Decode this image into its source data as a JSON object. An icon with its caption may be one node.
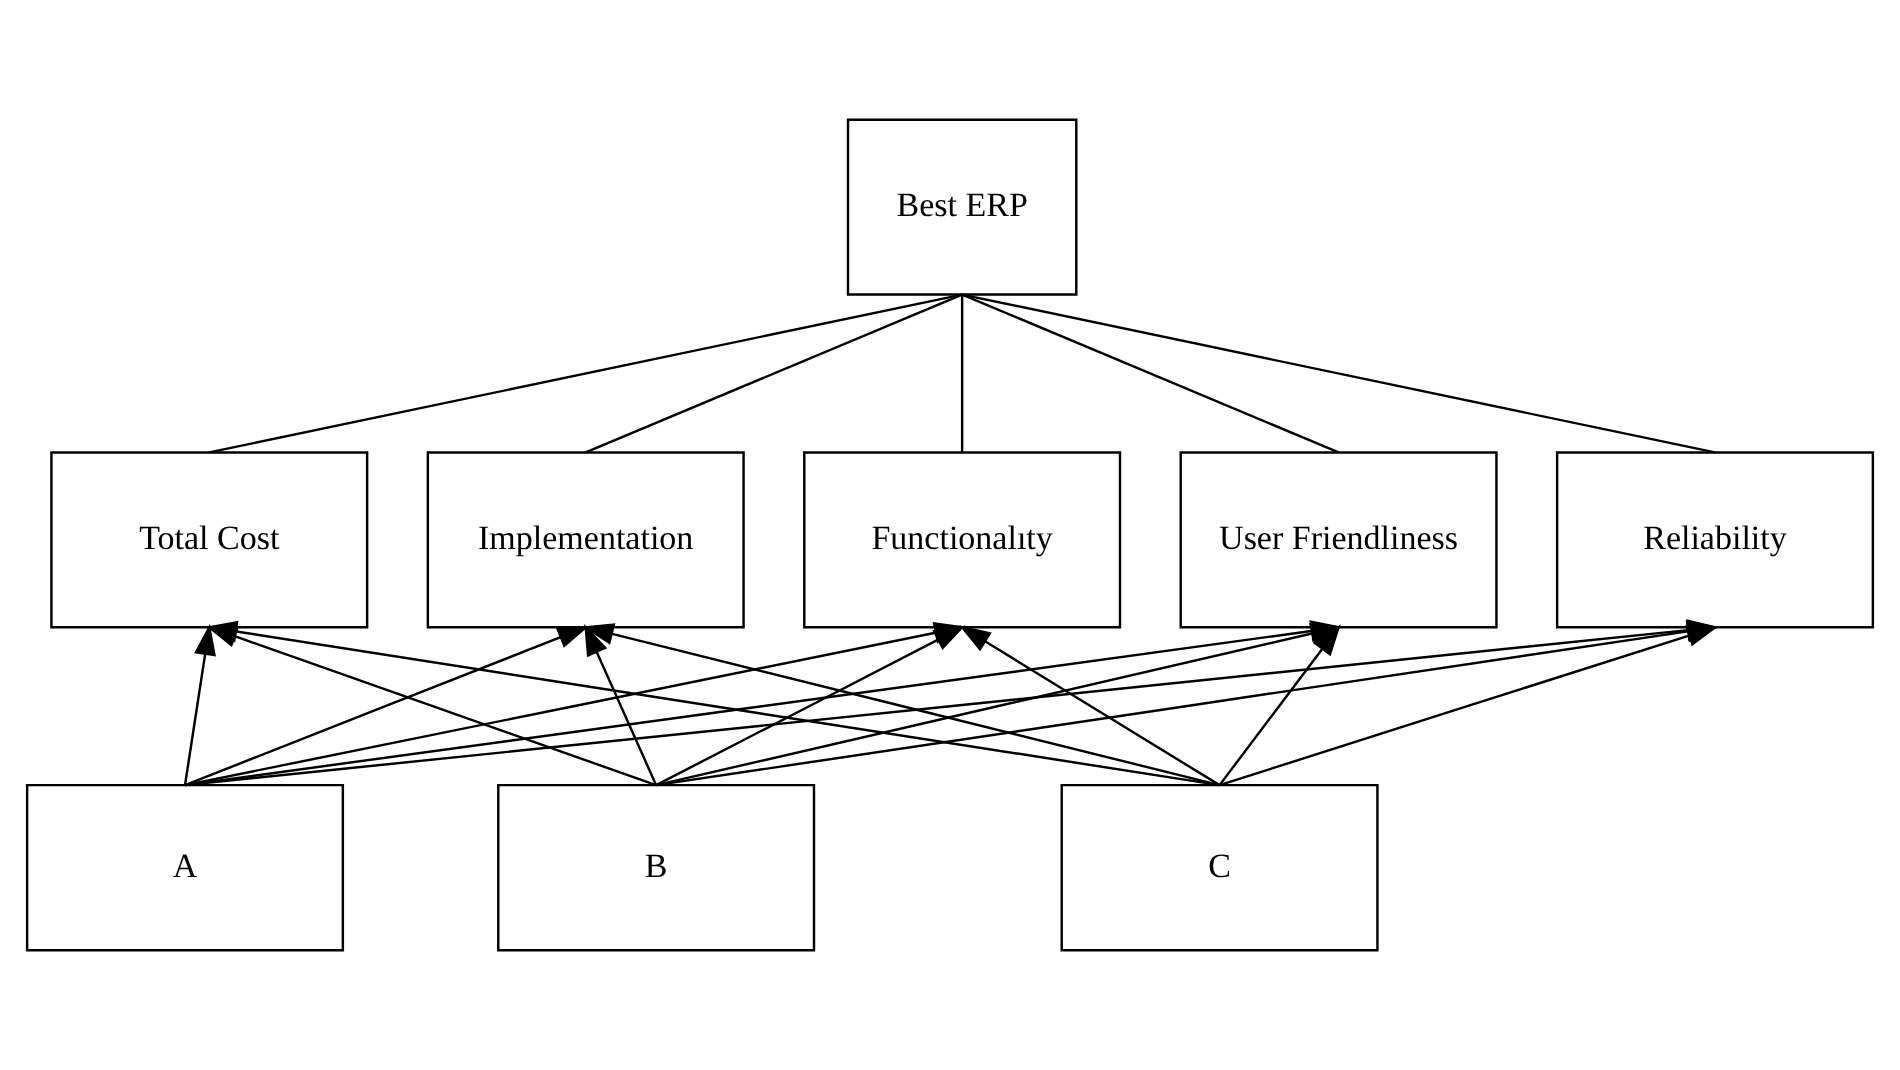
{
  "diagram": {
    "nodes": [
      {
        "text": [
          "Best ERP"
        ]
      },
      {
        "text": [
          "Total Cost"
        ]
      },
      {
        "text": [
          "Implementation"
        ]
      },
      {
        "text": [
          "Functionalıty"
        ]
      },
      {
        "text": [
          "User Friendliness"
        ]
      },
      {
        "text": [
          "Reliability"
        ]
      },
      {
        "text": [
          "A"
        ]
      },
      {
        "text": [
          "B"
        ]
      },
      {
        "text": [
          "C"
        ]
      }
    ],
    "edges": [
      {
        "from": 0,
        "to": 1,
        "arrow": "none"
      },
      {
        "from": 0,
        "to": 2,
        "arrow": "none"
      },
      {
        "from": 0,
        "to": 3,
        "arrow": "none"
      },
      {
        "from": 0,
        "to": 4,
        "arrow": "none"
      },
      {
        "from": 0,
        "to": 5,
        "arrow": "none"
      },
      {
        "from": 6,
        "to": 1,
        "arrow": "to"
      },
      {
        "from": 6,
        "to": 2,
        "arrow": "to"
      },
      {
        "from": 6,
        "to": 3,
        "arrow": "to"
      },
      {
        "from": 6,
        "to": 4,
        "arrow": "to"
      },
      {
        "from": 6,
        "to": 5,
        "arrow": "to"
      },
      {
        "from": 7,
        "to": 1,
        "arrow": "to"
      },
      {
        "from": 7,
        "to": 2,
        "arrow": "to"
      },
      {
        "from": 7,
        "to": 3,
        "arrow": "to"
      },
      {
        "from": 7,
        "to": 4,
        "arrow": "to"
      },
      {
        "from": 7,
        "to": 5,
        "arrow": "to"
      },
      {
        "from": 8,
        "to": 1,
        "arrow": "to"
      },
      {
        "from": 8,
        "to": 2,
        "arrow": "to"
      },
      {
        "from": 8,
        "to": 3,
        "arrow": "to"
      },
      {
        "from": 8,
        "to": 4,
        "arrow": "to"
      },
      {
        "from": 8,
        "to": 5,
        "arrow": "to"
      }
    ]
  }
}
